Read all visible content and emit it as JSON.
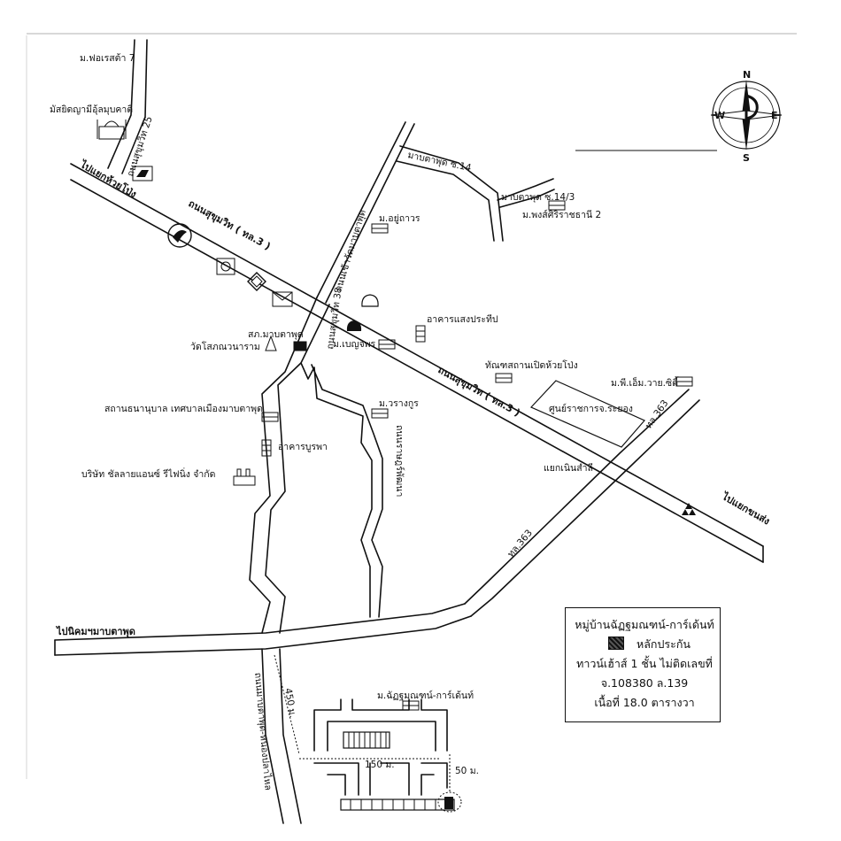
{
  "roads": {
    "sukhumvit_upper": "ถนนสุขุมวิท ( ทล.3 )",
    "sukhumvit_lower": "ถนนสุขุมวิท ( ทล.3 )",
    "to_huai_pong": "ไปแยกห้วยโป่ง",
    "to_khon_song": "ไปแยกขนส่ง",
    "to_nikhom": "ไปนิคมฯมาบตาพุด",
    "soi25": "ถนนสุขุมวิท 25",
    "wat_road": "ถนนเข้าวัดมาบตาพุด",
    "soi38": "ถนนสุขุมวิท 38",
    "map_ta_phut_14": "มาบตาพุด ซ.14",
    "map_ta_phut_14_3": "มาบตาพุด ซ.14/3",
    "rawiwan": "ถนนราษฎร์พัฒนา",
    "map_ta_phut_phla": "ถนนมาบตาพุด-หนองปลาไหล",
    "tl363_a": "ทล.363",
    "tl363_b": "ทล.363",
    "yaek": "แยกเนินสำลี"
  },
  "places": {
    "forest7": "ม.ฟอเรสต้า 7",
    "mosque": "มัสยิดญามีอุ้ลมุบคาติ",
    "yuthawon": "ม.อยู่ถาวร",
    "phongsiri": "ม.พงส์ศิริราชธานี 2",
    "bangkok_bank": "อาคารแสงประทีป",
    "sor_kor": "สภ.มาบตาพุด",
    "wat": "วัดโสภณวนาราม",
    "benjaphon": "ม.เบญจพร",
    "tanjasathan": "ทัณฑสถานเปิดห้วยโป่ง",
    "pm": "ม.พี.เอ็ม.วาย.ซิตี้",
    "sunrachakan": "ศูนย์ราชการจ.ระยอง",
    "warangkoon": "ม.วรางกูร",
    "kindergarten": "สถานธนานุบาล เทศบาลเมืองมาบตาพุด",
    "burapha": "อาคารบูรพา",
    "company": "บริษัท ชัลลายแอนซ์ รีไฟนิ่ง จำกัด",
    "chattham": "ม.ฉัฏฐมณฑน์-การ์เด้นท์"
  },
  "distances": {
    "d450": "450 ม.",
    "d150": "150 ม.",
    "d50": "50 ม."
  },
  "compass": {
    "n": "N",
    "s": "S",
    "e": "E",
    "w": "W"
  },
  "legend": {
    "title": "หมู่บ้านฉัฏฐมณฑน์-การ์เด้นท์",
    "marker": "หลักประกัน",
    "line1": "ทาวน์เฮ้าส์ 1 ชั้น ไม่ติดเลขที่",
    "line2": "จ.108380 ล.139",
    "line3": "เนื้อที่ 18.0 ตารางวา"
  }
}
